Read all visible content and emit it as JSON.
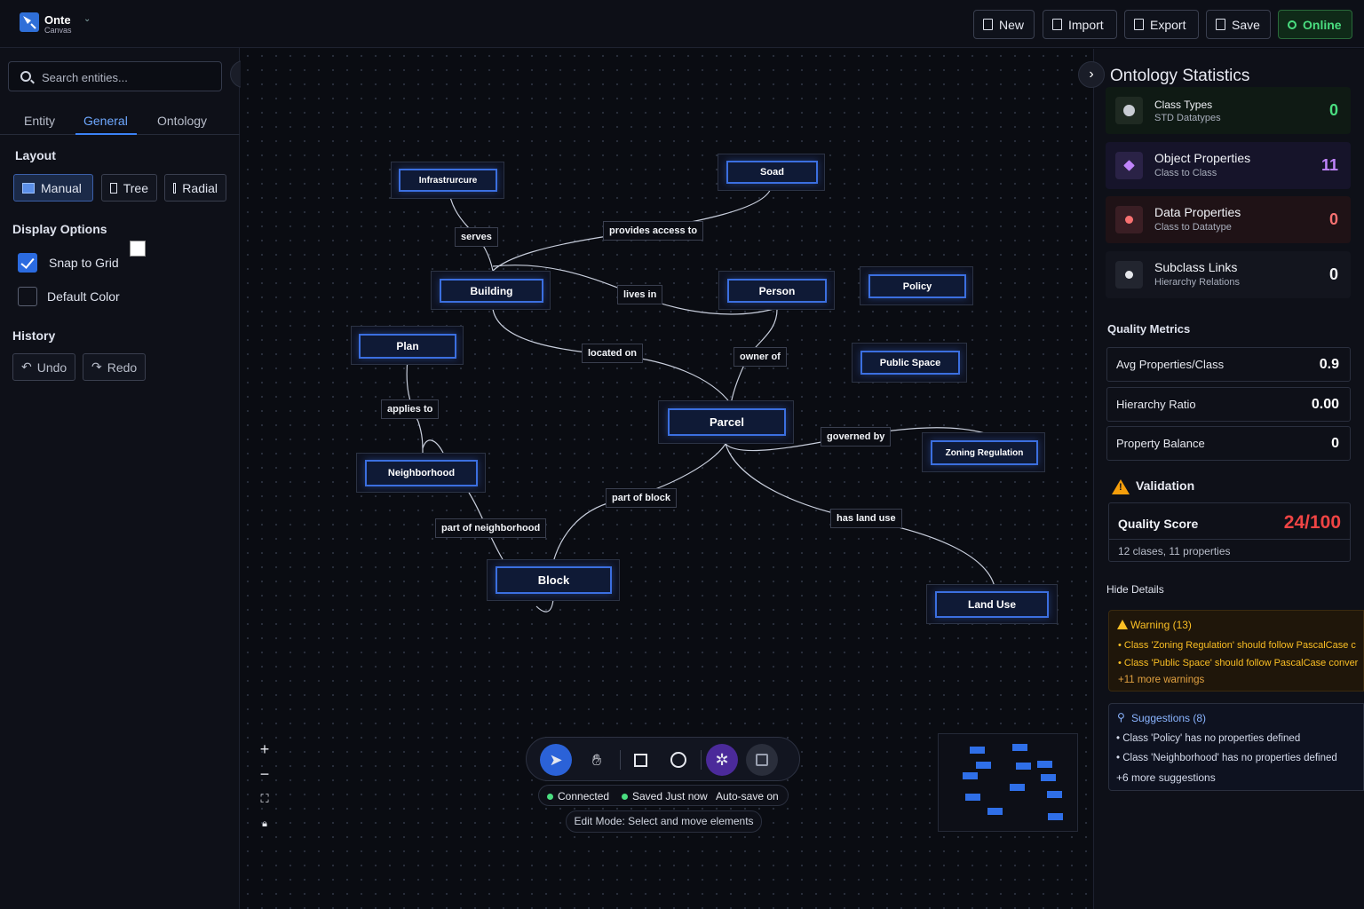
{
  "header": {
    "app_name": "Onte",
    "app_sub": "Canvas",
    "buttons": {
      "new": "New",
      "import": "Import",
      "export": "Export",
      "save": "Save",
      "online": "Online"
    }
  },
  "left_panel": {
    "search_placeholder": "Search entities...",
    "tabs": [
      "Entity",
      "General",
      "Ontology"
    ],
    "active_tab": "General",
    "layout_title": "Layout",
    "layout_buttons": [
      "Manual",
      "Tree",
      "Radial"
    ],
    "display_title": "Display Options",
    "snap_label": "Snap to Grid",
    "snap_checked": true,
    "default_color_label": "Default Color",
    "default_color": "#ffffff",
    "history_title": "History",
    "undo": "Undo",
    "redo": "Redo"
  },
  "graph": {
    "nodes": {
      "infrastructure": "Infrastrurcure",
      "road": "Soad",
      "building": "Building",
      "person": "Person",
      "policy": "Policy",
      "plan": "Plan",
      "public_space": "Public Space",
      "parcel": "Parcel",
      "zoning": "Zoning Regulation",
      "neighborhood": "Neighborhood",
      "block": "Block",
      "land_use": "Land Use"
    },
    "edges": {
      "serves": "serves",
      "provides_access": "provides access to",
      "lives_in": "lives in",
      "located_on": "located on",
      "owner_of": "owner of",
      "applies_to": "applies to",
      "governed_by": "governed by",
      "part_of_block": "part of block",
      "has_land_use": "has land use",
      "part_of_neighborhood": "part of neighborhood"
    }
  },
  "status_bar": {
    "connected": "Connected",
    "saved": "Saved Just now",
    "autosave": "Auto-save on",
    "edit_mode": "Edit Mode: Select and move elements"
  },
  "right_panel": {
    "title": "Ontology Statistics",
    "stats": [
      {
        "name": "Class Types",
        "sub": "STD Datatypes",
        "value": "0",
        "color": "#4ade80"
      },
      {
        "name": "Object Properties",
        "sub": "Class to Class",
        "value": "11",
        "color": "#c084fc"
      },
      {
        "name": "Data Properties",
        "sub": "Class to Datatype",
        "value": "0",
        "color": "#f87171"
      },
      {
        "name": "Subclass Links",
        "sub": "Hierarchy Relations",
        "value": "0",
        "color": "#e5e7eb"
      }
    ],
    "quality_title": "Quality Metrics",
    "metrics": [
      {
        "name": "Avg Properties/Class",
        "value": "0.9"
      },
      {
        "name": "Hierarchy Ratio",
        "value": "0.00"
      },
      {
        "name": "Property Balance",
        "value": "0"
      }
    ],
    "validation_title": "Validation",
    "quality_score_label": "Quality Score",
    "quality_score": "24/100",
    "quality_summary": "12 clases, 11 properties",
    "hide_details": "Hide Details",
    "warnings_title": "Warning (13)",
    "warnings": [
      "• Class 'Zoning Regulation' should follow PascalCase c",
      "• Class 'Public Space' should follow PascalCase conver"
    ],
    "warnings_more": "+11 more warnings",
    "suggestions_title": "Suggestions (8)",
    "suggestions": [
      "• Class 'Policy' has no properties defined",
      "• Class 'Neighborhood' has no properties defined"
    ],
    "suggestions_more": "+6 more suggestions"
  }
}
